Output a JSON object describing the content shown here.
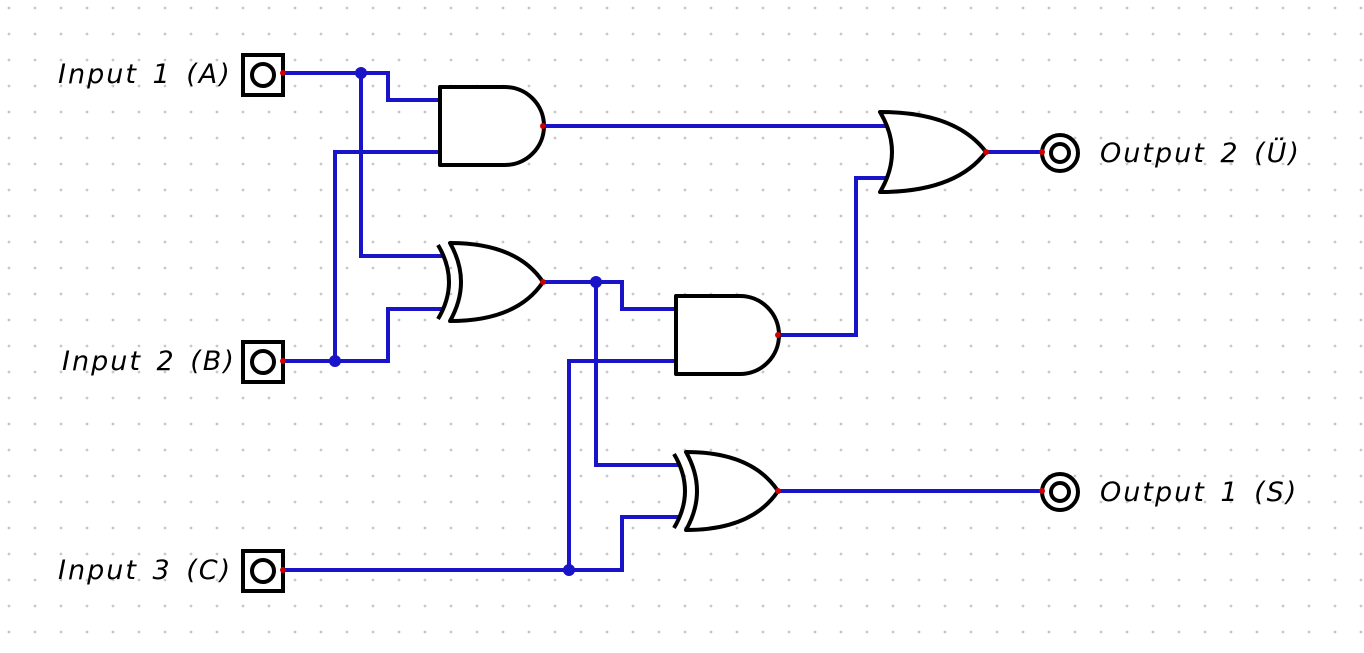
{
  "colors": {
    "wire": "#1a14c8",
    "gate_stroke": "#000000",
    "pin_dot": "#cc0000",
    "grid_dot": "#c8c8c8",
    "background": "#ffffff"
  },
  "circuit": {
    "inputs": [
      {
        "label": "Input 1 (A)"
      },
      {
        "label": "Input 2 (B)"
      },
      {
        "label": "Input 3 (C)"
      }
    ],
    "outputs": [
      {
        "label": "Output 2 (Ü)"
      },
      {
        "label": "Output 1 (S)"
      }
    ],
    "gates": [
      {
        "id": "and-1",
        "type": "AND"
      },
      {
        "id": "xor-1",
        "type": "XOR"
      },
      {
        "id": "and-2",
        "type": "AND"
      },
      {
        "id": "xor-2",
        "type": "XOR"
      },
      {
        "id": "or-1",
        "type": "OR"
      }
    ]
  }
}
